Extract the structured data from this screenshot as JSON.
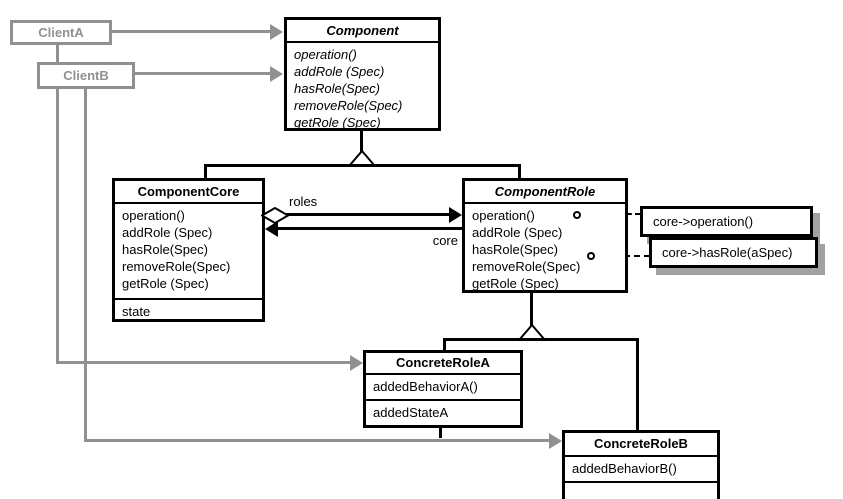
{
  "clients": {
    "client_a": "ClientA",
    "client_b": "ClientB"
  },
  "classes": {
    "component": {
      "title": "Component",
      "methods": [
        "operation()",
        "addRole (Spec)",
        "hasRole(Spec)",
        "removeRole(Spec)",
        "getRole (Spec)"
      ]
    },
    "component_core": {
      "title": "ComponentCore",
      "methods": [
        "operation()",
        "addRole (Spec)",
        "hasRole(Spec)",
        "removeRole(Spec)",
        "getRole (Spec)"
      ],
      "attributes": [
        "state"
      ]
    },
    "component_role": {
      "title": "ComponentRole",
      "methods": [
        "operation()",
        "addRole (Spec)",
        "hasRole(Spec)",
        "removeRole(Spec)",
        "getRole (Spec)"
      ]
    },
    "concrete_role_a": {
      "title": "ConcreteRoleA",
      "methods": [
        "addedBehaviorA()"
      ],
      "attributes": [
        "addedStateA"
      ]
    },
    "concrete_role_b": {
      "title": "ConcreteRoleB",
      "methods": [
        "addedBehaviorB()"
      ]
    }
  },
  "notes": {
    "note_operation": "core->operation()",
    "note_has_role": "core->hasRole(aSpec)"
  },
  "edge_labels": {
    "roles": "roles",
    "core": "core"
  },
  "colors": {
    "client_gray": "#919191",
    "line_black": "#000000",
    "note_shadow": "#a1a1a1",
    "background": "#ffffff"
  }
}
